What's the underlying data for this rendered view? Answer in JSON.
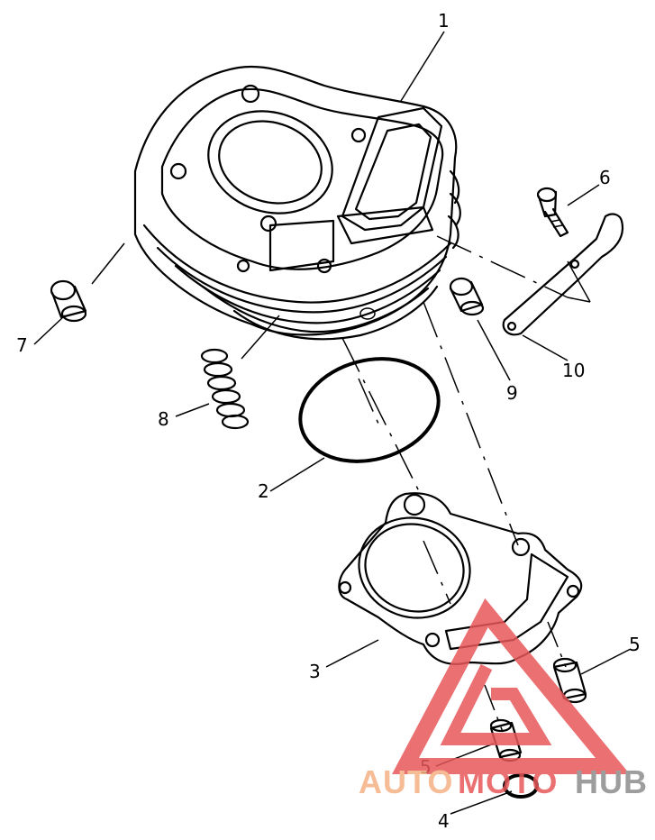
{
  "callouts": {
    "c1": "1",
    "c2": "2",
    "c3": "3",
    "c4": "4",
    "c5a": "5",
    "c5b": "5",
    "c6": "6",
    "c7": "7",
    "c8": "8",
    "c9": "9",
    "c10": "10"
  },
  "watermark": {
    "part1": "AUTO",
    "part2": "MOTO",
    "part3": "HUB",
    "color_orange": "#f4b183",
    "color_red": "#e8585a",
    "color_grey": "#8c8c8c"
  }
}
